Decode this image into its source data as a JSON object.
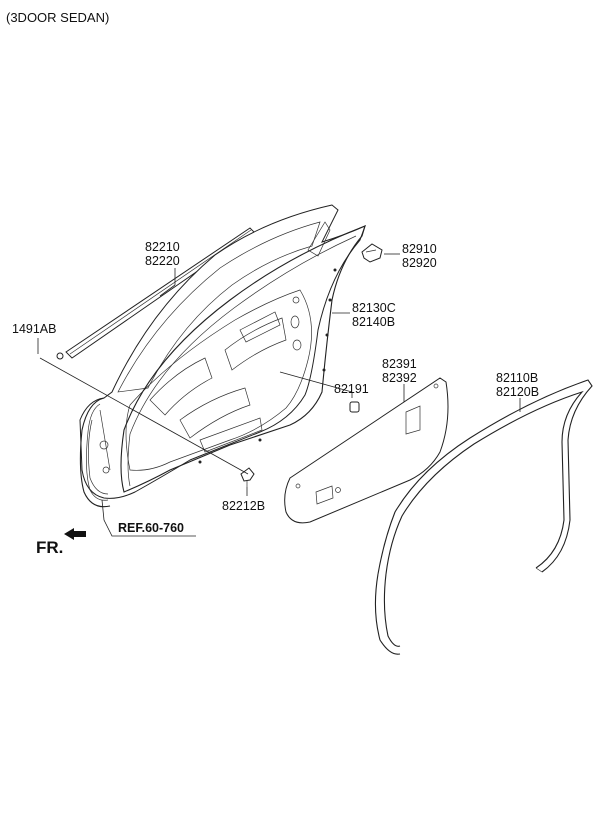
{
  "header": {
    "variant": "(3DOOR SEDAN)"
  },
  "labels": {
    "p82210": "82210",
    "p82220": "82220",
    "p82910": "82910",
    "p82920": "82920",
    "p82130c": "82130C",
    "p82140b": "82140B",
    "p1491ab": "1491AB",
    "p82391": "82391",
    "p82392": "82392",
    "p82191": "82191",
    "p82110b": "82110B",
    "p82120b": "82120B",
    "p82212b": "82212B",
    "ref": "REF.60-760",
    "front": "FR."
  }
}
